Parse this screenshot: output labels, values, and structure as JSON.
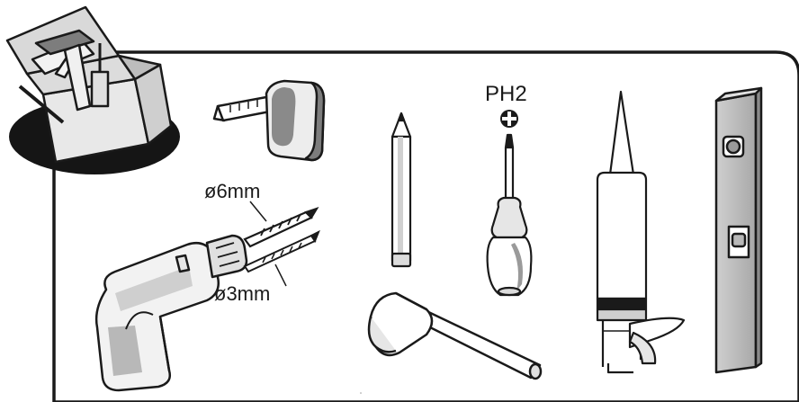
{
  "labels": {
    "screwdriver_size": "PH2",
    "drill_bit_large": "ø6mm",
    "drill_bit_small": "ø3mm"
  },
  "colors": {
    "outline": "#1a1a1a",
    "light_gray": "#e6e6e6",
    "mid_gray": "#b8b8b8",
    "dark_gray": "#7d7d7d",
    "black_shadow": "#151515",
    "background": "#ffffff"
  },
  "icons": [
    "toolbox-icon",
    "tape-measure-icon",
    "pencil-icon",
    "phillips-screwdriver-icon",
    "phillips-head-symbol-icon",
    "electric-drill-icon",
    "drill-bit-6mm-icon",
    "drill-bit-3mm-icon",
    "rubber-mallet-icon",
    "caulking-gun-icon",
    "spirit-level-icon"
  ]
}
